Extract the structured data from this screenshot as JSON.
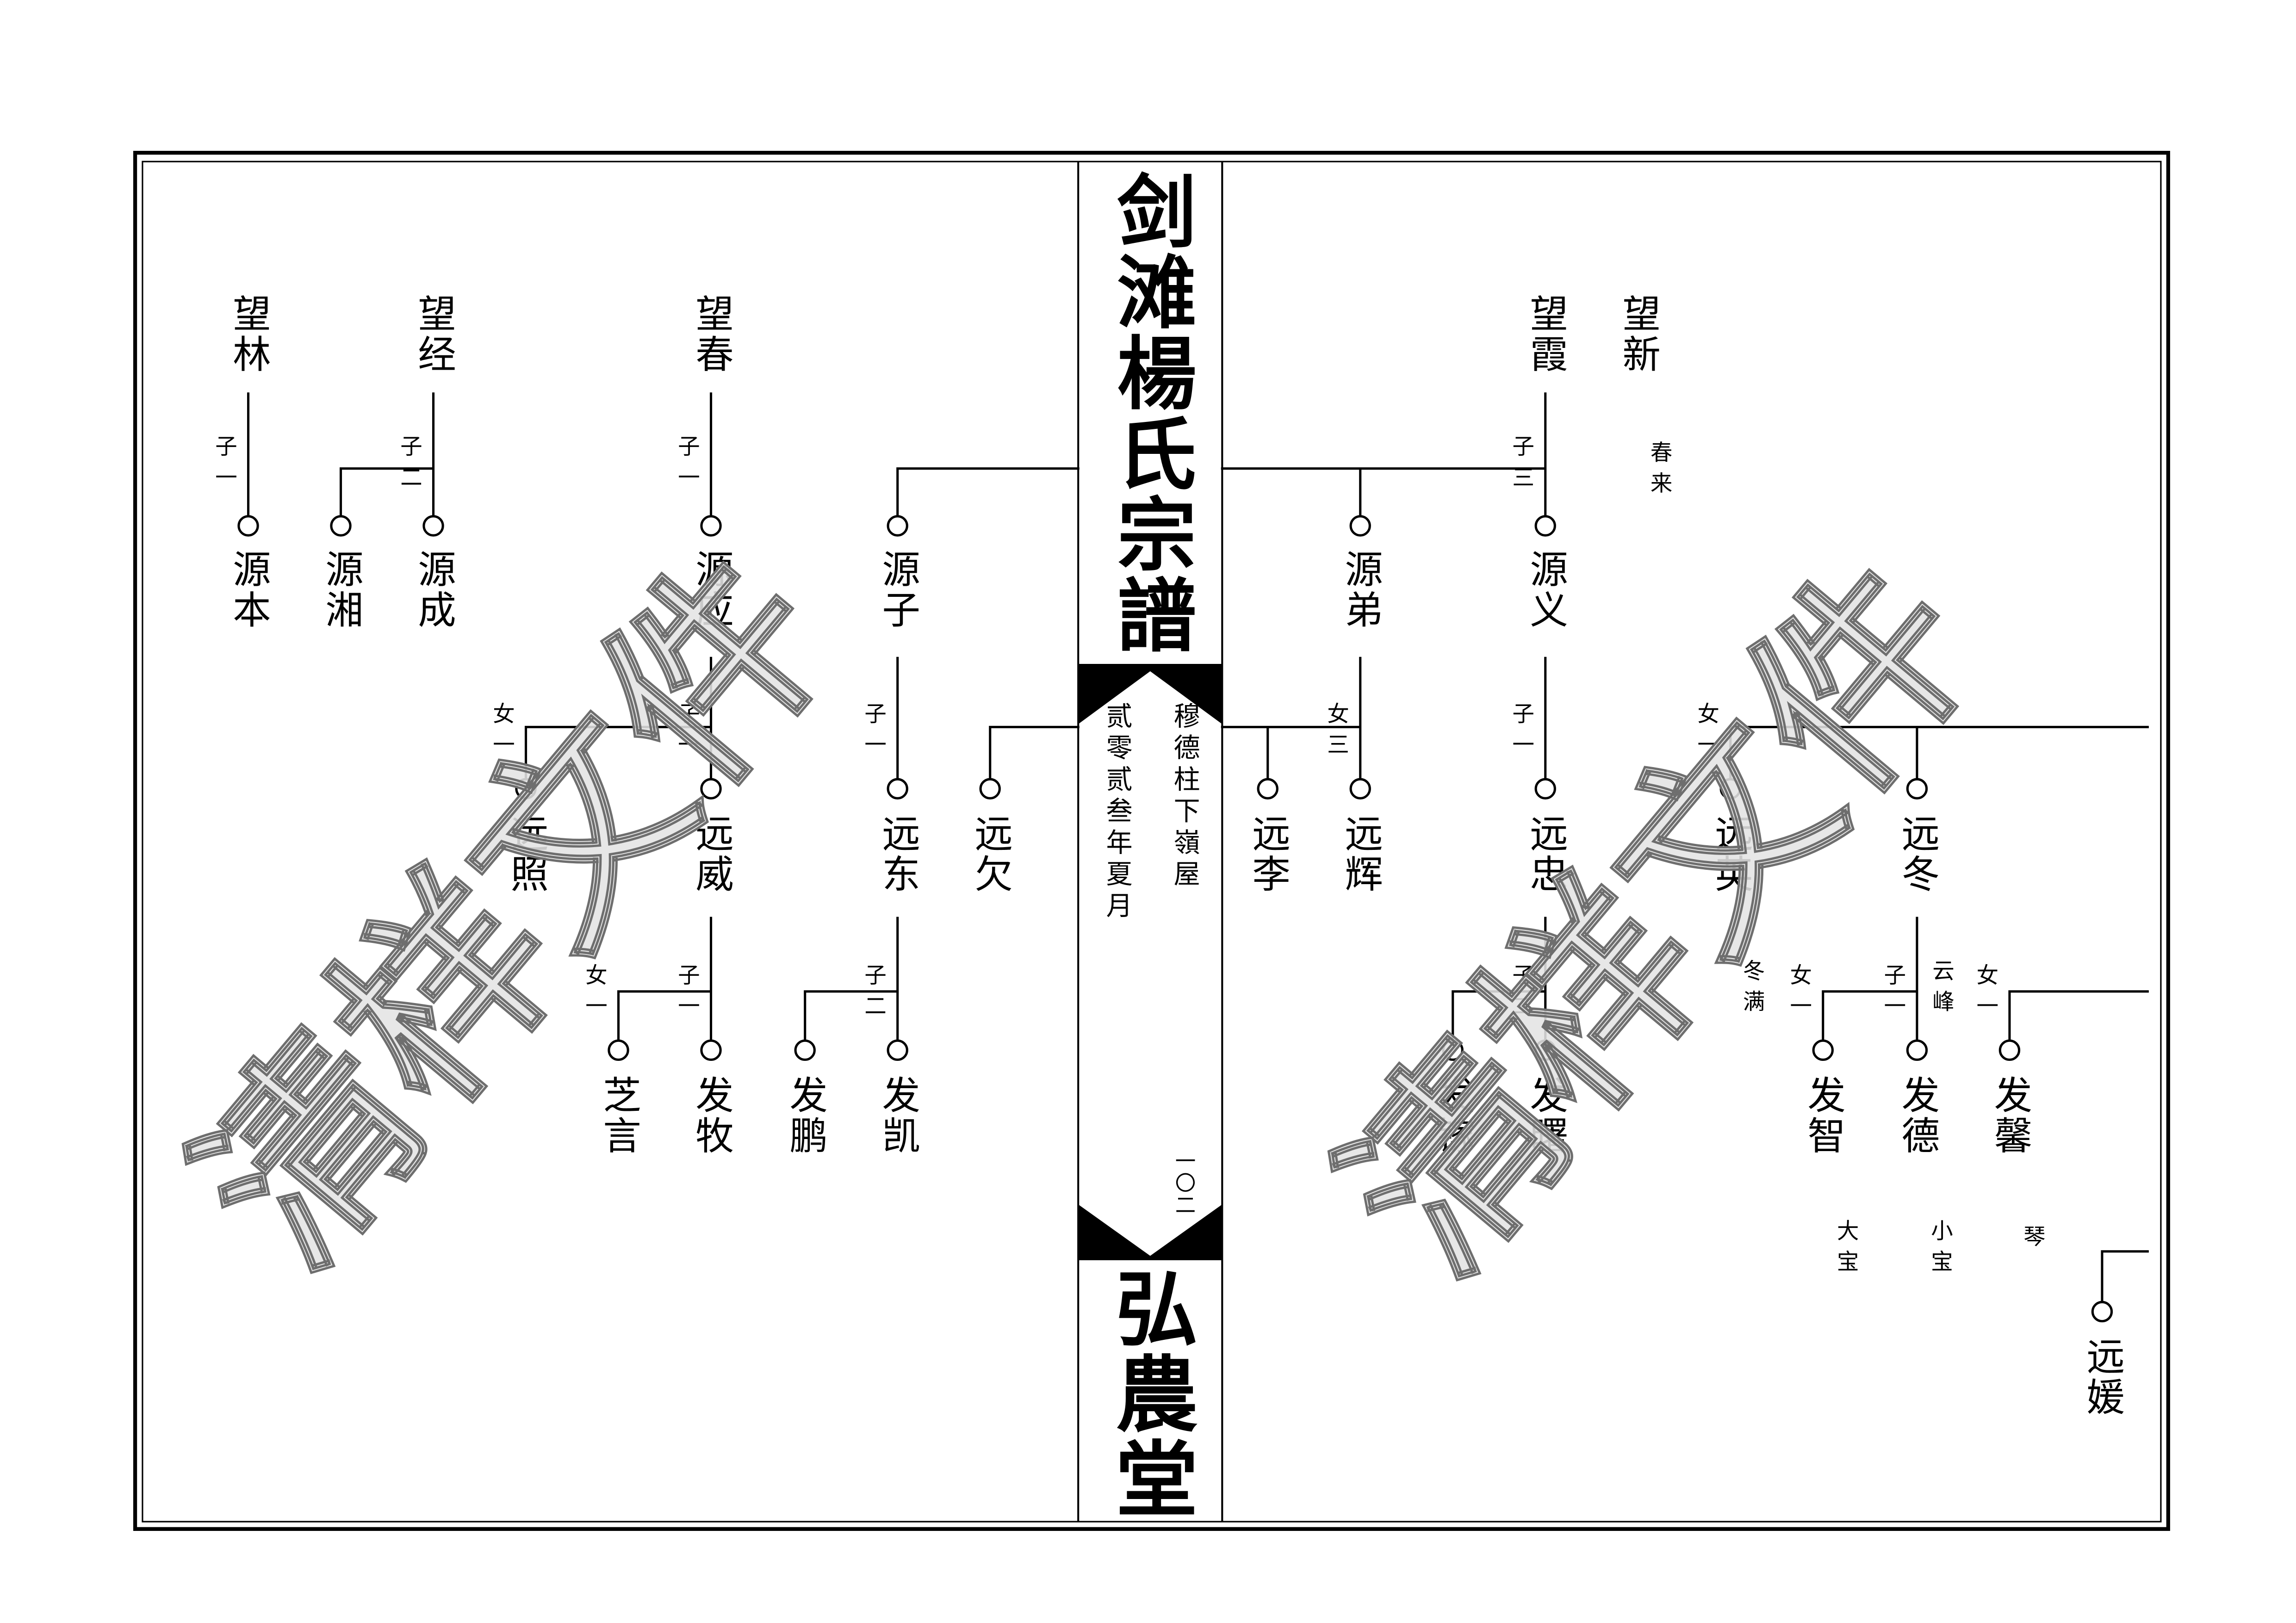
{
  "title": "剑滩楊氏宗譜",
  "hall_name": "弘農堂",
  "spine": {
    "location": "穆德柱下嶺屋",
    "date": "贰零贰叁年夏月",
    "page_number": "一〇二"
  },
  "watermark": "清样文件",
  "tree": {
    "gen1": [
      "望林",
      "望经",
      "望春",
      "望霞",
      "望新"
    ],
    "gen2": [
      "源本",
      "源湘",
      "源成",
      "源应",
      "源子",
      "源弟",
      "源义"
    ],
    "gen3": [
      "远照",
      "远威",
      "远东",
      "远欠",
      "远李",
      "远辉",
      "远忠",
      "远英",
      "远冬"
    ],
    "gen3_continued": [
      "远媛"
    ],
    "gen4": [
      "芝言",
      "发牧",
      "发鹏",
      "发凯",
      "发镓",
      "发曙",
      "发智",
      "发德",
      "发馨"
    ],
    "issue_labels_gen1": [
      "子一",
      "子二",
      "子一",
      "子三"
    ],
    "issue_labels_gen2": [
      "女一",
      "子一",
      "子一",
      "女三",
      "子一",
      "女一"
    ],
    "issue_labels_gen3": [
      "女一",
      "子一",
      "子二",
      "子二",
      "女一",
      "子一",
      "女一"
    ],
    "other_names": [
      "春来",
      "冬满",
      "云峰",
      "大宝",
      "小宝",
      "琴"
    ]
  },
  "colors": {
    "ink": "#000000",
    "watermark_fill": "#e4e4e4",
    "watermark_outline": "#6e6e6e"
  }
}
